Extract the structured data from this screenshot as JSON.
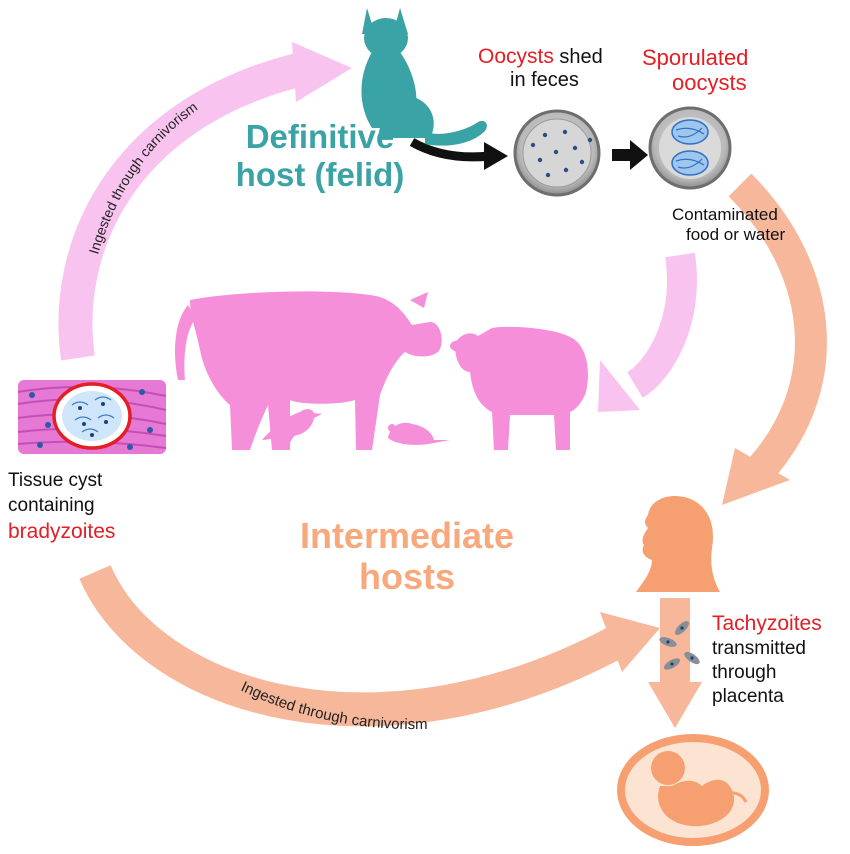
{
  "labels": {
    "definitive_line1": "Definitive",
    "definitive_line2": "host (felid)",
    "oocysts_red": "Oocysts",
    "oocysts_shed": " shed",
    "in_feces": "in feces",
    "sporulated_line1": "Sporulated",
    "sporulated_line2": "oocysts",
    "contaminated_line1": "Contaminated",
    "contaminated_line2": "food or water",
    "tissue_line1": "Tissue cyst",
    "tissue_line2": "containing",
    "bradyzoites": "bradyzoites",
    "intermediate_line1": "Intermediate",
    "intermediate_line2": "hosts",
    "tachyzoites": "Tachyzoites",
    "transmitted": "transmitted",
    "through": "through",
    "placenta": "placenta",
    "carnivorism_top": "Ingested through carnivorism",
    "carnivorism_bottom": "Ingested through carnivorism"
  },
  "colors": {
    "teal": "#3aa3a6",
    "pink": "#f58fd9",
    "light_pink": "#f8c4ef",
    "salmon": "#f7b79a",
    "orange_human": "#f6a072",
    "red_text": "#e31e24"
  },
  "icons": [
    "cat-icon",
    "oocyst-dish-icon",
    "sporulated-dish-icon",
    "cow-icon",
    "sheep-icon",
    "bird-icon",
    "mouse-icon",
    "tissue-cyst-icon",
    "human-head-icon",
    "tachyzoite-icon",
    "fetus-icon"
  ]
}
